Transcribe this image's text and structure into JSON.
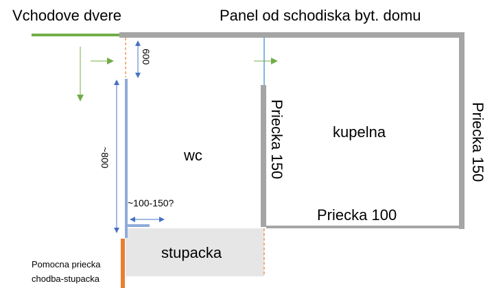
{
  "labels": {
    "entrance_door": "Vchodove dvere",
    "panel": "Panel od schodiska byt. domu",
    "bathroom": "kupelna",
    "wall_150_inner": "Priecka 150",
    "wall_150_outer": "Priecka 150",
    "wall_100": "Priecka 100",
    "wc": "wc",
    "riser": "stupacka",
    "aux_wall_line1": "Pomocna priecka",
    "aux_wall_line2": "chodba-stupacka",
    "dim_600": "600",
    "dim_800": "~800",
    "dim_100_150": "~100-150?"
  },
  "colors": {
    "door": "#70ad47",
    "wall": "#a5a5a5",
    "new_wall": "#8eaadb",
    "dimension": "#4472c4",
    "aux": "#ed7d31",
    "riser_fill": "#e6e6e6"
  }
}
